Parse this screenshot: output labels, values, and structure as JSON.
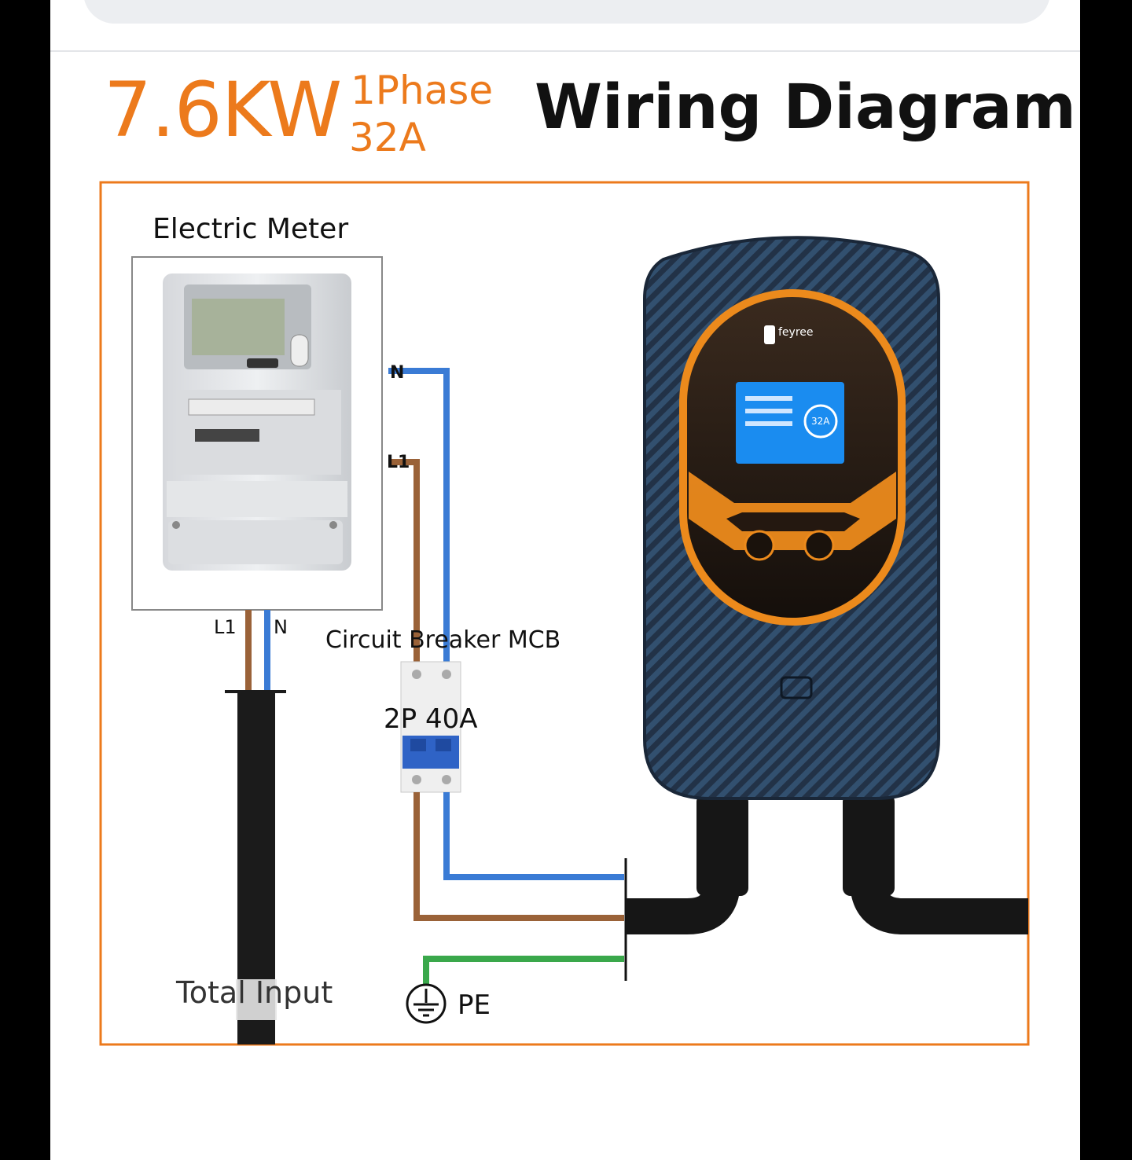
{
  "header": {
    "power": "7.6KW",
    "phase": "1Phase",
    "current": "32A",
    "title": "Wiring Diagram"
  },
  "meter": {
    "label": "Electric Meter"
  },
  "wires": {
    "n_top": "N",
    "l1_top": "L1",
    "l1_bottom": "L1",
    "n_bottom": "N"
  },
  "breaker": {
    "label": "Circuit Breaker MCB",
    "rating": "2P 40A"
  },
  "input": {
    "label": "Total Input"
  },
  "ground": {
    "label": "PE"
  },
  "charger": {
    "brand": "feyree",
    "display_current": "32A"
  },
  "colors": {
    "accent": "#ec7a1c",
    "neutral_wire": "#3a7bd5",
    "live_wire": "#9a6238",
    "earth_wire": "#3aa84b",
    "cable": "#1b1b1b",
    "charger_body": "#2a3e56",
    "screen": "#1a8cf0"
  }
}
